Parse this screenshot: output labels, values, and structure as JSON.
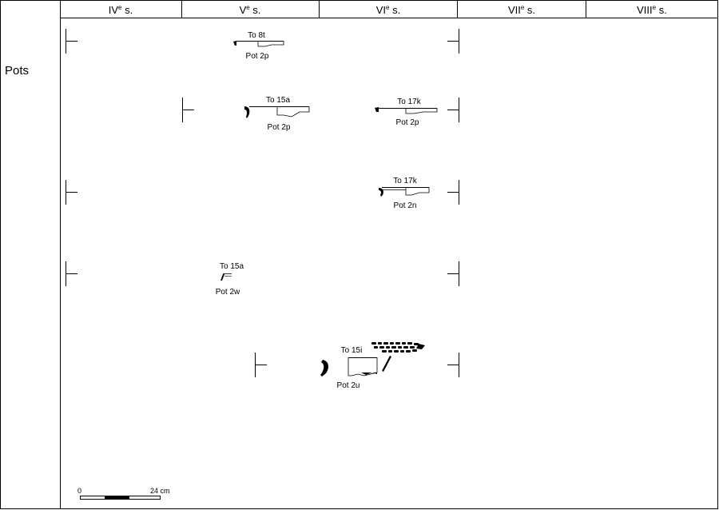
{
  "columns": [
    {
      "roman": "IV",
      "sup": "e",
      "suffix": " s."
    },
    {
      "roman": "V",
      "sup": "e",
      "suffix": " s."
    },
    {
      "roman": "VI",
      "sup": "e",
      "suffix": " s."
    },
    {
      "roman": "VII",
      "sup": "e",
      "suffix": " s."
    },
    {
      "roman": "VIII",
      "sup": "e",
      "suffix": " s."
    }
  ],
  "row_label": "Pots",
  "rows": [
    {
      "sherds": [
        {
          "type": "To 8t",
          "group": "Pot 2p"
        }
      ]
    },
    {
      "sherds": [
        {
          "type": "To 15a",
          "group": "Pot 2p"
        },
        {
          "type": "To 17k",
          "group": "Pot 2p"
        }
      ]
    },
    {
      "sherds": [
        {
          "type": "To 17k",
          "group": "Pot 2n"
        }
      ]
    },
    {
      "sherds": [
        {
          "type": "To 15a",
          "group": "Pot 2w"
        }
      ]
    },
    {
      "sherds": [
        {
          "type": "To 15i",
          "group": "Pot 2u"
        }
      ]
    }
  ],
  "scale": {
    "start": "0",
    "end": "24 cm"
  }
}
